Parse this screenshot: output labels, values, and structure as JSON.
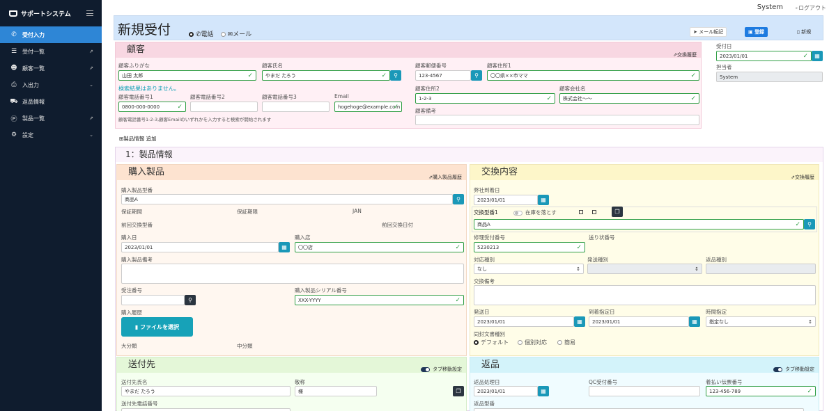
{
  "sidebar": {
    "brand": "サポートシステム",
    "items": [
      {
        "label": "受付入力",
        "icon": "phone-icon",
        "suffix": ""
      },
      {
        "label": "受付一覧",
        "icon": "list-icon",
        "suffix": "⇗"
      },
      {
        "label": "顧客一覧",
        "icon": "users-icon",
        "suffix": "⇗"
      },
      {
        "label": "入出力",
        "icon": "print-icon",
        "suffix": "⌄"
      },
      {
        "label": "返品情報",
        "icon": "truck-icon",
        "suffix": ""
      },
      {
        "label": "製品一覧",
        "icon": "product-icon",
        "suffix": "⇗"
      },
      {
        "label": "設定",
        "icon": "gear-icon",
        "suffix": "⌄"
      }
    ]
  },
  "header": {
    "system": "System",
    "logout": "ログアウト"
  },
  "page": {
    "title": "新規受付",
    "radio_phone": "電話",
    "radio_mail": "メール",
    "btn_mailcopy": "メール転記",
    "btn_register": "登録",
    "btn_new": "新規"
  },
  "customer": {
    "title": "顧客",
    "history": "交換履歴",
    "kana_label": "顧客ふりがな",
    "kana": "山田 太郎",
    "name_label": "顧客氏名",
    "name": "やまだ たろう",
    "zip_label": "顧客郵便番号",
    "zip": "123-4567",
    "addr1_label": "顧客住所1",
    "addr1": "〇〇県××市ママ",
    "search_result": "検索結果はありません。",
    "tel1_label": "顧客電話番号1",
    "tel1": "0800-000-0000",
    "tel2_label": "顧客電話番号2",
    "tel3_label": "顧客電話番号3",
    "email_label": "Email",
    "email": "hogehoge@example.com",
    "addr2_label": "顧客住所2",
    "addr2": "1-2-3",
    "company_label": "顧客会社名",
    "company": "株式会社〜〜",
    "memo_label": "顧客備考",
    "note": "顧客電話番号1-2-3,顧客Emailのいずれかを入力すると検索が開始されます"
  },
  "receipt": {
    "date_label": "受付日",
    "date": "2023/01/01",
    "staff_label": "担当者",
    "staff": "System"
  },
  "product_add": "製品情報 追加",
  "section1": "1：製品情報",
  "purchase": {
    "title": "購入製品",
    "history": "購入製品履歴",
    "model_label": "購入製品型番",
    "model": "商品A",
    "warranty_label": "保証期間",
    "warranty_limit_label": "保証期限",
    "jan_label": "JAN",
    "prev_model_label": "前回交換型番",
    "prev_date_label": "前回交換日付",
    "date_label": "購入日",
    "date": "2023/01/01",
    "store_label": "購入店",
    "store": "〇〇店",
    "memo_label": "購入製品備考",
    "order_label": "受注番号",
    "serial_label": "購入製品シリアル番号",
    "serial": "XXX-YYYY",
    "history_label": "購入履歴",
    "file_btn": "ファイルを選択",
    "cat_large": "大分類",
    "cat_mid": "中分類"
  },
  "exchange": {
    "title": "交換内容",
    "history": "交換履歴",
    "arrival_label": "弊社到着日",
    "arrival": "2023/01/01",
    "model_label": "交換型番1",
    "stock_toggle": "在庫を落とす",
    "model": "商品A",
    "repair_label": "修理受付番号",
    "repair": "5230213",
    "tracking_label": "送り状番号",
    "type_label": "対応種別",
    "type": "なし",
    "ship_type_label": "発送種別",
    "return_type_label": "返品種別",
    "memo_label": "交換備考",
    "ship_date_label": "発送日",
    "ship_date": "2023/01/01",
    "arrive_label": "到着指定日",
    "arrive": "2023/01/01",
    "time_label": "時間指定",
    "time": "指定なし",
    "doc_label": "同封文書種別",
    "doc_default": "デフォルト",
    "doc_custom": "個別対応",
    "doc_simple": "簡易"
  },
  "shipping": {
    "title": "送付先",
    "tab_label": "タブ移動設定",
    "name_label": "送付先氏名",
    "name": "やまだ たろう",
    "honor_label": "敬称",
    "honor": "様",
    "tel_label": "送付先電話番号"
  },
  "returns": {
    "title": "返品",
    "tab_label": "タブ移動設定",
    "date_label": "返品処理日",
    "date": "2023/01/01",
    "qc_label": "QC受付番号",
    "slip_label": "着払い伝票番号",
    "slip": "123-456-789",
    "model_label": "返品型番"
  }
}
